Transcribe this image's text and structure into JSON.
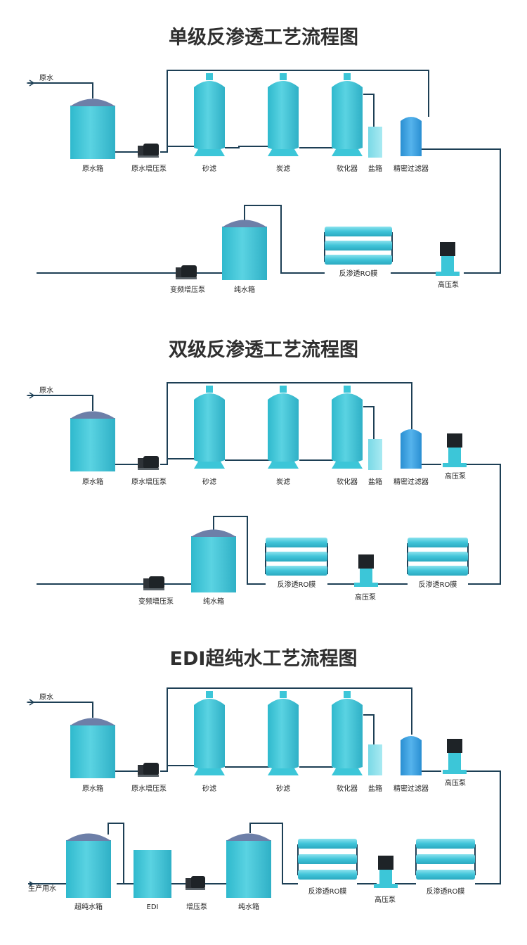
{
  "diagrams": [
    {
      "title": "单级反渗透工艺流程图",
      "inlet": "原水",
      "labels": {
        "raw_tank": "原水箱",
        "raw_pump": "原水增压泵",
        "sand": "砂滤",
        "carbon": "炭滤",
        "softener": "软化器",
        "salt": "盐箱",
        "precision": "精密过滤器",
        "hp_pump": "高压泵",
        "ro": "反渗透RO膜",
        "pure_tank": "纯水箱",
        "vfd_pump": "变频增压泵"
      }
    },
    {
      "title": "双级反渗透工艺流程图",
      "inlet": "原水",
      "labels": {
        "raw_tank": "原水箱",
        "raw_pump": "原水增压泵",
        "sand": "砂滤",
        "carbon": "炭滤",
        "softener": "软化器",
        "salt": "盐箱",
        "precision": "精密过滤器",
        "hp_pump1": "高压泵",
        "ro1": "反渗透RO膜",
        "hp_pump2": "高压泵",
        "ro2": "反渗透RO膜",
        "pure_tank": "纯水箱",
        "vfd_pump": "变频增压泵"
      }
    },
    {
      "title": "EDI超纯水工艺流程图",
      "inlet": "原水",
      "labels": {
        "raw_tank": "原水箱",
        "raw_pump": "原水增压泵",
        "sand": "砂滤",
        "sand2": "砂滤",
        "softener": "软化器",
        "salt": "盐箱",
        "precision": "精密过滤器",
        "hp_pump1": "高压泵",
        "ro1": "反渗透RO膜",
        "hp_pump2": "高压泵",
        "ro2": "反渗透RO膜",
        "pure_tank": "纯水箱",
        "boost_pump": "增压泵",
        "edi": "EDI",
        "ultra_tank": "超纯水箱",
        "outlet": "生产用水"
      }
    }
  ],
  "colors": {
    "equipment": "#3cc6d8",
    "equipment_light": "#8de0ea",
    "precision": "#3a9fe0",
    "tank_top": "#6d7fa8",
    "pipe": "#1d3f55",
    "pump": "#1e2327"
  }
}
